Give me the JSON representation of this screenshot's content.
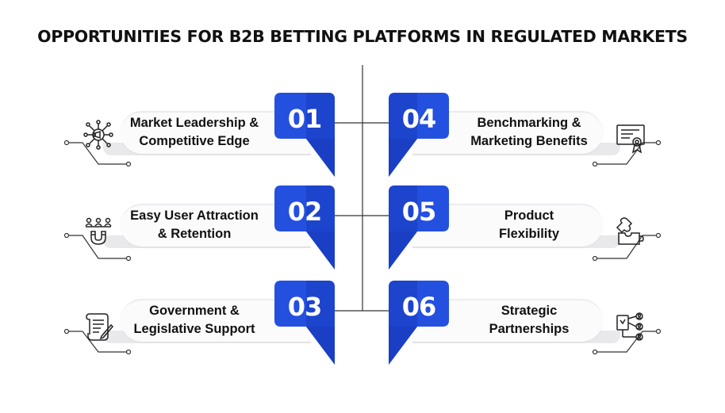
{
  "title": "OPPORTUNITIES FOR B2B BETTING PLATFORMS IN REGULATED MARKETS",
  "colors": {
    "badge_dark": "#1a3fc4",
    "badge_mid": "#2450e0",
    "badge_light": "#3a63f0",
    "text": "#111111",
    "line": "#333333"
  },
  "items": [
    {
      "number": "01",
      "label": "Market Leadership &\nCompetitive Edge",
      "icon": "megaphone-network-icon"
    },
    {
      "number": "02",
      "label": "Easy User Attraction\n& Retention",
      "icon": "magnet-users-icon"
    },
    {
      "number": "03",
      "label": "Government &\nLegislative Support",
      "icon": "scroll-document-icon"
    },
    {
      "number": "04",
      "label": "Benchmarking &\nMarketing Benefits",
      "icon": "certificate-icon"
    },
    {
      "number": "05",
      "label": "Product\nFlexibility",
      "icon": "puzzle-icon"
    },
    {
      "number": "06",
      "label": "Strategic\nPartnerships",
      "icon": "partnership-network-icon"
    }
  ]
}
